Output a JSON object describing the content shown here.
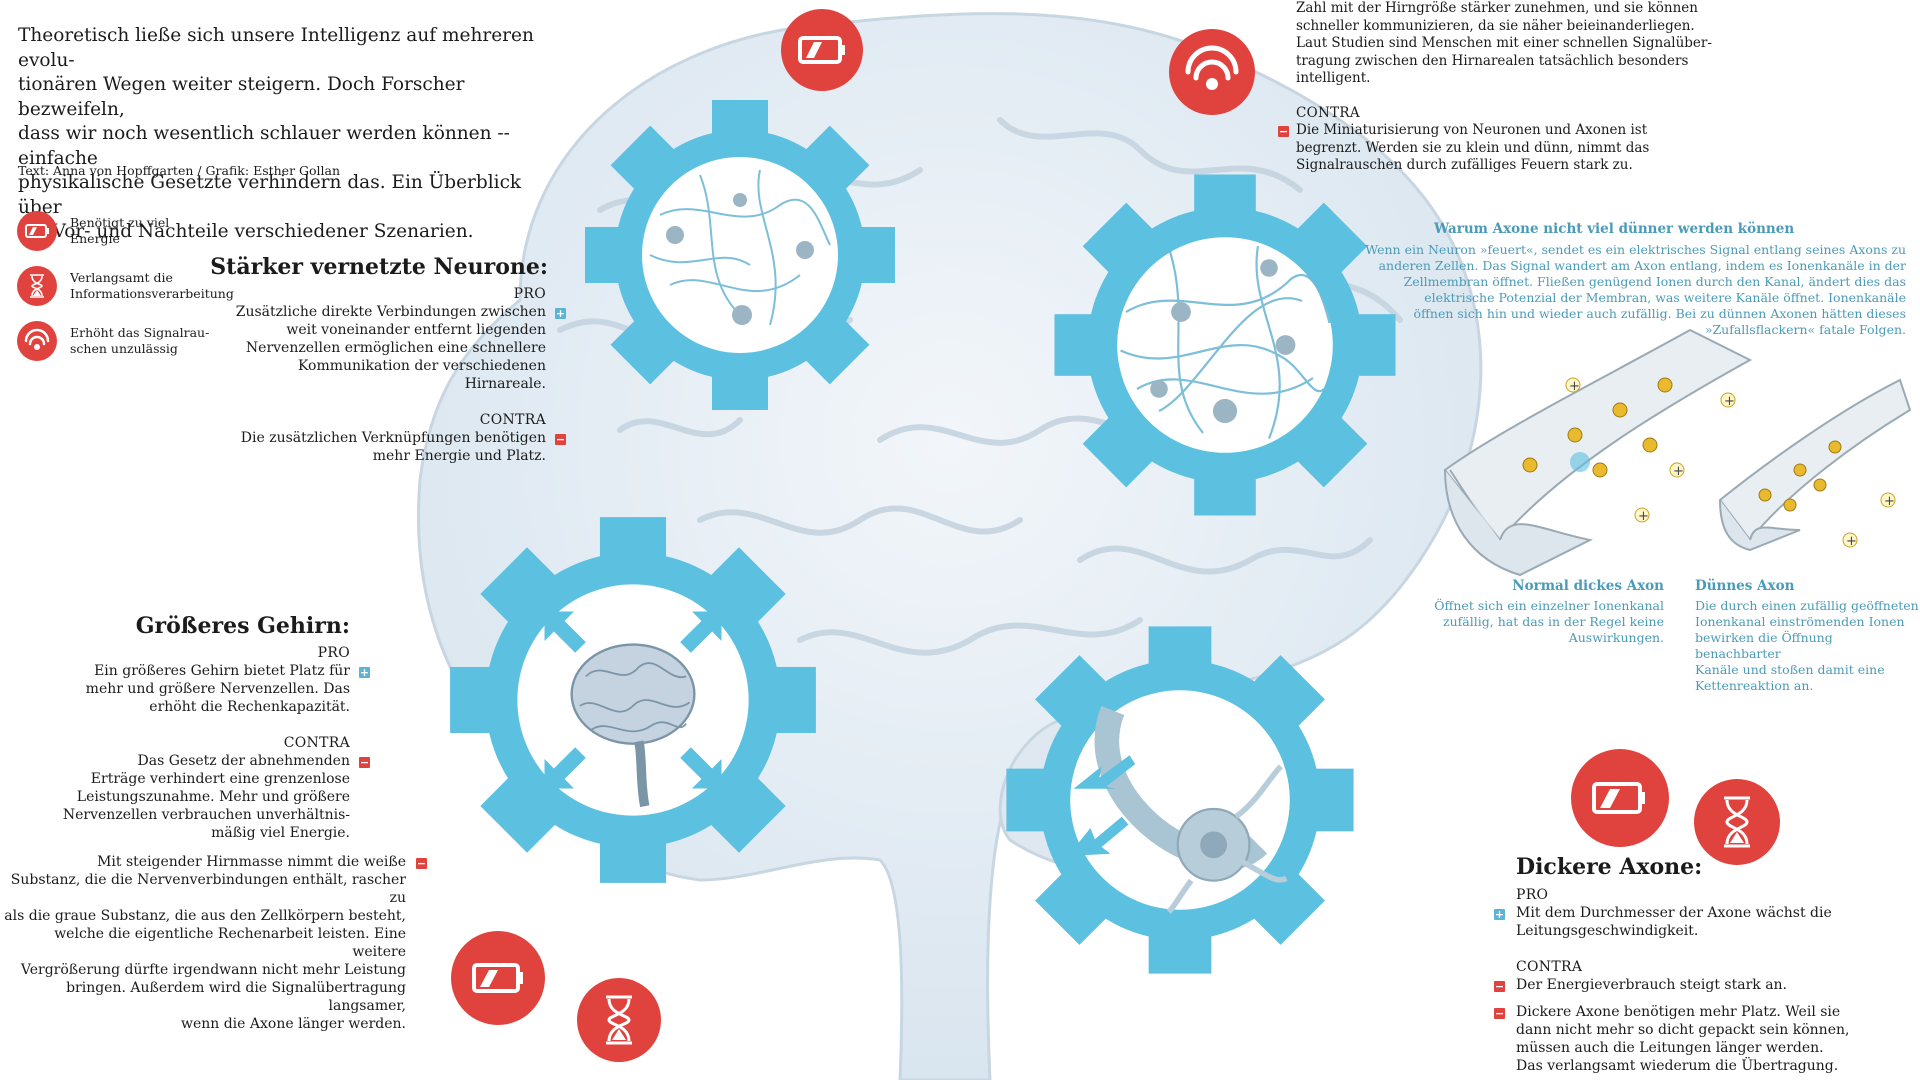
{
  "intro": {
    "lines": [
      "Theoretisch ließe sich unsere Intelligenz auf mehreren evolu-",
      "tionären Wegen weiter steigern. Doch Forscher bezweifeln,",
      "dass wir noch wesentlich schlauer werden können -- einfache",
      "physikalische Gesetzte verhindern das. Ein Überblick über",
      "die Vor- und Nachteile verschiedener Szenarien."
    ],
    "credit": "Text: Anna von Hopffgarten / Grafik: Esther Gollan"
  },
  "colors": {
    "accent_red": "#e0433d",
    "accent_blue": "#5cc0e0",
    "teal_text": "#4a9bb7",
    "brain": "#e7eff6"
  },
  "legend": [
    {
      "icon": "battery-icon",
      "lines": [
        "Benötigt zu viel",
        "Energie"
      ]
    },
    {
      "icon": "hourglass-icon",
      "lines": [
        "Verlangsamt die",
        "Informationsverarbeitung"
      ]
    },
    {
      "icon": "signal-icon",
      "lines": [
        "Erhöht das Signalrau-",
        "schen unzulässig"
      ]
    }
  ],
  "vernetzt": {
    "title": "Stärker vernetzte Neurone:",
    "pro_label": "PRO",
    "pro_lines": [
      "Zusätzliche direkte Verbindungen zwischen",
      "weit voneinander entfernt liegenden",
      "Nervenzellen ermöglichen eine schnellere",
      "Kommunikation der verschiedenen",
      "Hirnareale."
    ],
    "contra_label": "CONTRA",
    "contra_lines": [
      "Die zusätzlichen Verknüpfungen benötigen",
      "mehr Energie und Platz."
    ]
  },
  "gehirn": {
    "title": "Größeres Gehirn:",
    "pro_label": "PRO",
    "pro_lines": [
      "Ein größeres Gehirn bietet Platz für",
      "mehr und größere Nervenzellen. Das",
      "erhöht die Rechenkapazität."
    ],
    "contra_label": "CONTRA",
    "contra1_lines": [
      "Das Gesetz der abnehmenden",
      "Erträge verhindert eine grenzenlose",
      "Leistungszunahme. Mehr und größere",
      "Nervenzellen verbrauchen unverhältnis-",
      "mäßig viel Energie."
    ],
    "contra2_lines": [
      "Mit steigender Hirnmasse nimmt die weiße",
      "Substanz, die die Nervenverbindungen enthält, rascher zu",
      "als die graue Substanz, die aus den Zellkörpern besteht,",
      "welche die eigentliche Rechenarbeit leisten. Eine weitere",
      "Vergrößerung dürfte irgendwann nicht mehr Leistung",
      "bringen. Außerdem wird die Signalübertragung langsamer,",
      "wenn die Axone länger werden."
    ]
  },
  "top_right": {
    "pro_lines": [
      "Zahl mit der Hirngröße stärker zunehmen, und sie können",
      "schneller kommunizieren, da sie näher beieinanderliegen.",
      "Laut Studien sind Menschen mit einer schnellen Signalüber-",
      "tragung zwischen den Hirnarealen tatsächlich besonders",
      "intelligent."
    ],
    "contra_label": "CONTRA",
    "contra_lines": [
      "Die Miniaturisierung von Neuronen und Axonen ist",
      "begrenzt. Werden sie zu klein und dünn, nimmt das",
      "Signalrauschen durch zufälliges Feuern stark zu."
    ]
  },
  "axone_info": {
    "title": "Warum Axone nicht viel dünner werden können",
    "lines": [
      "Wenn ein Neuron »feuert«, sendet es ein elektrisches Signal entlang seines Axons zu",
      "anderen Zellen. Das Signal wandert am Axon entlang, indem es Ionenkanäle in der",
      "Zellmembran öffnet. Fließen genügend Ionen durch den Kanal, ändert dies das",
      "elektrische Potenzial der Membran, was weitere Kanäle öffnet. Ionenkanäle",
      "öffnen sich hin und wieder auch zufällig. Bei zu dünnen Axonen hätten dieses",
      "»Zufallsflackern« fatale Folgen."
    ],
    "normal_title": "Normal dickes Axon",
    "normal_lines": [
      "Öffnet sich ein einzelner Ionenkanal",
      "zufällig, hat das in der Regel keine",
      "Auswirkungen."
    ],
    "thin_title": "Dünnes Axon",
    "thin_lines": [
      "Die durch einen zufällig geöffneten",
      "Ionenkanal einströmenden Ionen",
      "bewirken die Öffnung benachbarter",
      "Kanäle und stoßen damit eine",
      "Kettenreaktion an."
    ]
  },
  "dicker": {
    "title": "Dickere Axone:",
    "pro_label": "PRO",
    "pro_lines": [
      "Mit dem Durchmesser der Axone wächst die",
      "Leitungsgeschwindigkeit."
    ],
    "contra_label": "CONTRA",
    "contra1_lines": [
      "Der Energieverbrauch steigt stark an."
    ],
    "contra2_lines": [
      "Dickere Axone benötigen mehr Platz. Weil sie",
      "dann nicht mehr so dicht gepackt sein können,",
      "müssen auch die Leitungen länger werden.",
      "Das verlangsamt wiederum die Übertragung."
    ]
  }
}
